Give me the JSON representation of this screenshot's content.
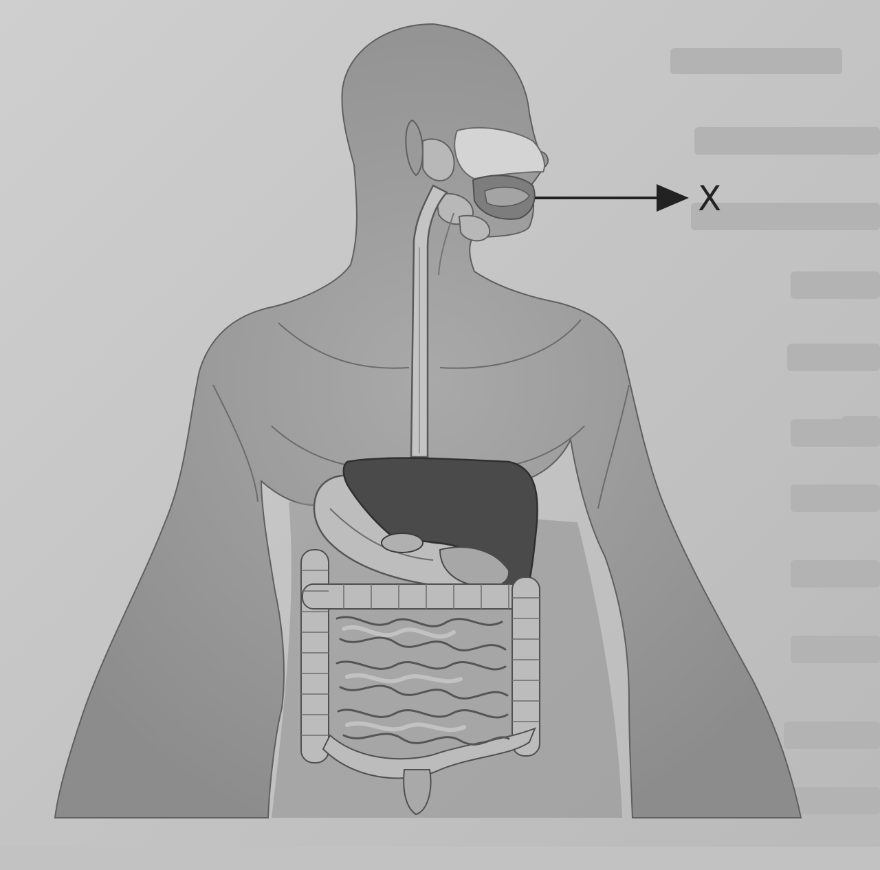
{
  "diagram": {
    "labels": [
      {
        "id": "x",
        "text": "X",
        "points_to": "mouth"
      }
    ]
  }
}
